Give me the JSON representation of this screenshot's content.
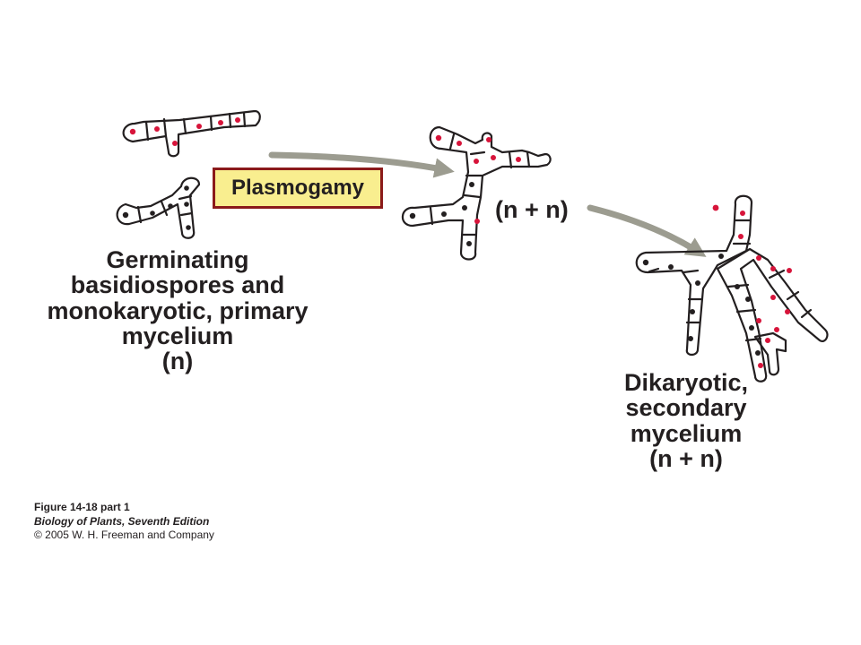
{
  "labels": {
    "plasmogamy": "Plasmogamy",
    "nn_middle": "(n + n)",
    "left_caption": [
      "Germinating",
      "basidiospores and",
      "monokaryotic, primary",
      "mycelium",
      "(n)"
    ],
    "right_caption": [
      "Dikaryotic,",
      "secondary",
      "mycelium",
      "(n + n)"
    ]
  },
  "credit": {
    "figure": "Figure 14-18 part 1",
    "book": "Biology of Plants, Seventh Edition",
    "copyright": "© 2005 W. H. Freeman and Company"
  },
  "colors": {
    "plasmogamy_fill": "#f9ee8f",
    "plasmogamy_border": "#8b1a1a",
    "red_nucleus": "#d7143a",
    "black_nucleus": "#231f20",
    "arrow": "#9c9c90"
  }
}
